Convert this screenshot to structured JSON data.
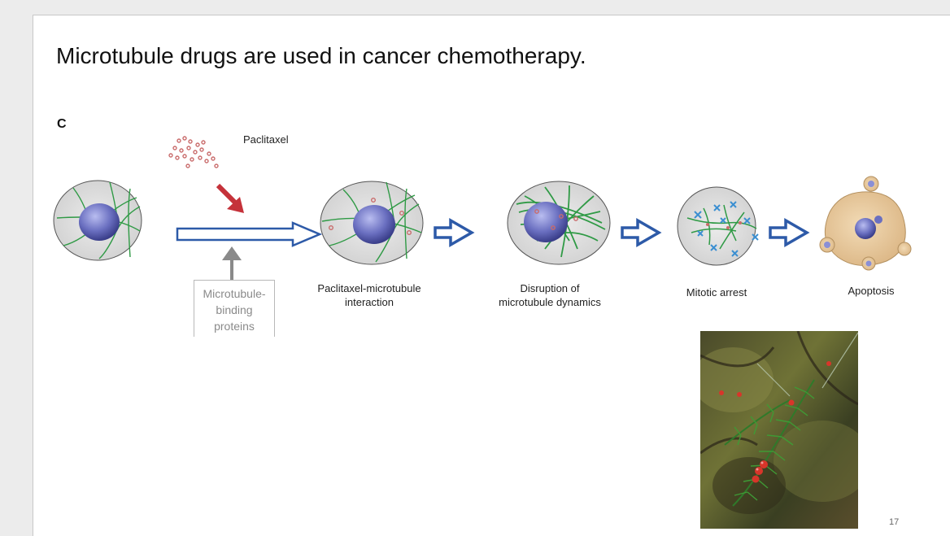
{
  "slide": {
    "title": "Microtubule drugs are used in cancer chemotherapy.",
    "page_number": "17"
  },
  "figure": {
    "panel_letter": "C",
    "drug_label": "Paclitaxel",
    "binding_proteins": [
      "Microtubule-",
      "binding",
      "proteins"
    ],
    "stages": [
      {
        "line1": "Paclitaxel-microtubule",
        "line2": "interaction"
      },
      {
        "line1": "Disruption of",
        "line2": "microtubule dynamics"
      },
      {
        "line1": "Mitotic arrest",
        "line2": ""
      },
      {
        "line1": "Apoptosis",
        "line2": ""
      }
    ]
  },
  "colors": {
    "cell_fill": "#dadada",
    "nucleus": "#6a6fc0",
    "microtubule": "#2f9a45",
    "paclitaxel": "#c96b6b",
    "arrow_blue": "#2d5aa8",
    "arrow_red": "#c5323a",
    "arrow_gray": "#8a8a8a",
    "apoptosis_fill": "#e7c99a",
    "cross_marks": "#3b8fd1"
  },
  "photo": {
    "subject": "yew-branch-with-red-berries"
  }
}
